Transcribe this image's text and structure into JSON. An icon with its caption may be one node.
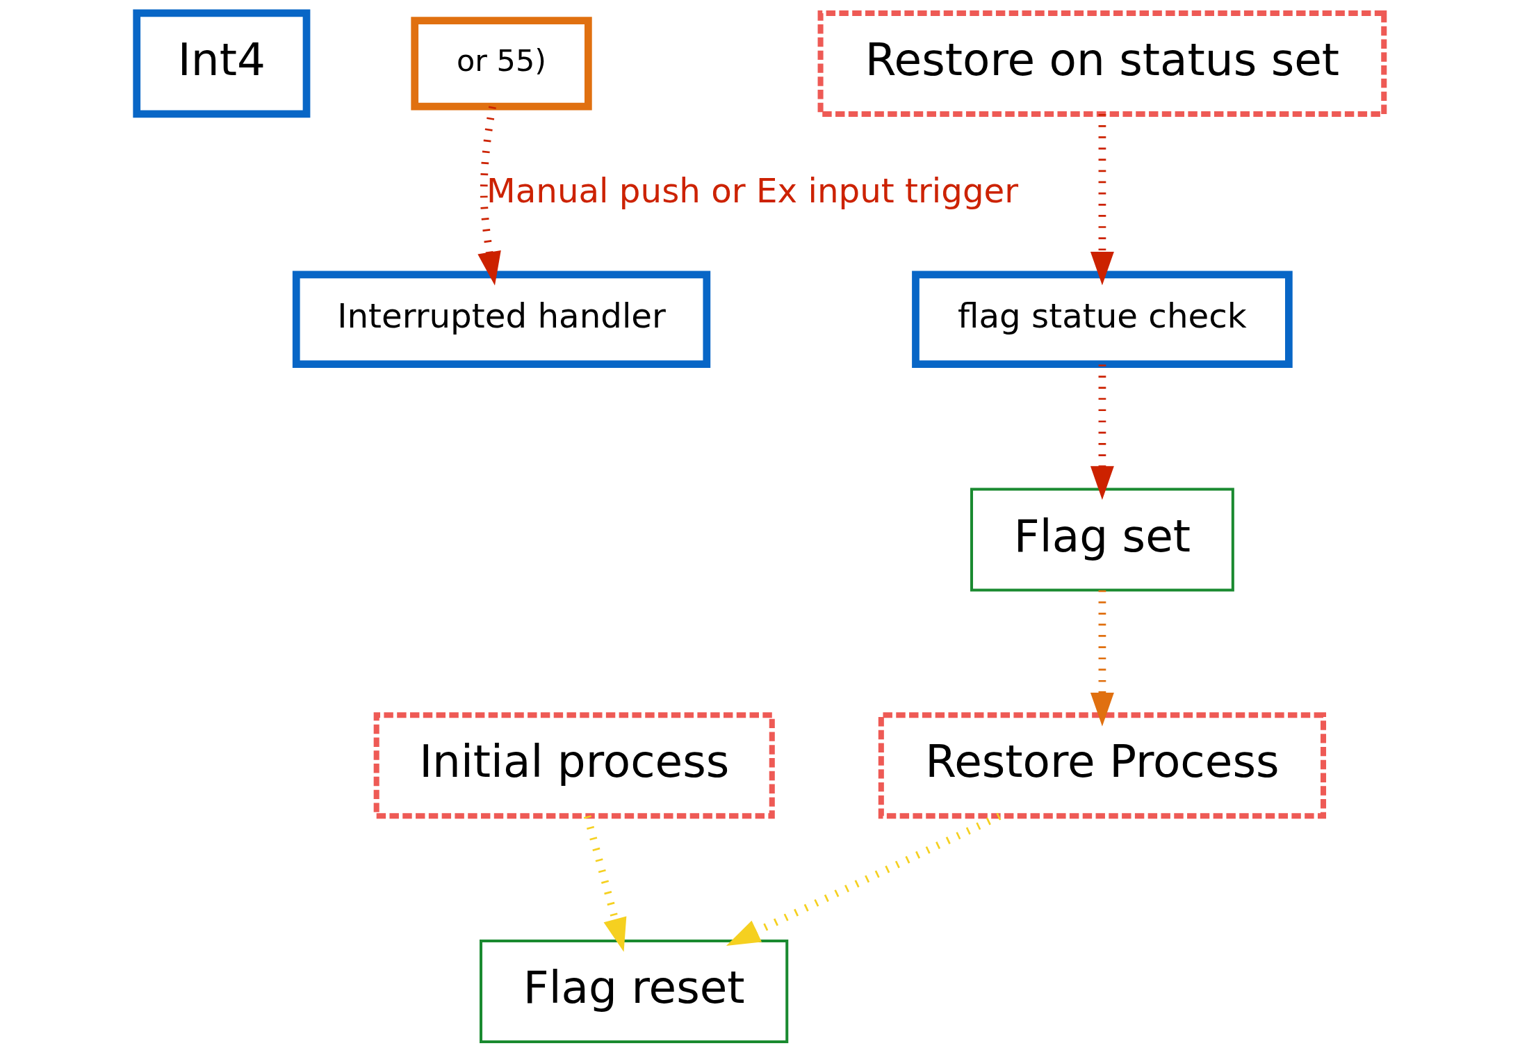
{
  "diagram": {
    "nodes": [
      {
        "text": [
          "Int4"
        ]
      },
      {
        "text": [
          "Interrupted handler"
        ]
      },
      {
        "text": [
          "flag statue check"
        ]
      },
      {
        "text": [
          "Flag set"
        ]
      },
      {
        "text": [
          "Restore on status set"
        ]
      },
      {
        "text": [
          "Restore Process"
        ]
      },
      {
        "text": [
          "Flag reset"
        ]
      },
      {
        "text": [
          "Initial process"
        ]
      },
      {
        "text": [
          "or 55)"
        ]
      }
    ],
    "edges": [
      {
        "from": 8,
        "to": 1,
        "arrow": "to",
        "label": "Manual push or Ex input trigger",
        "style": "dashed"
      },
      {
        "from": 4,
        "to": 2,
        "arrow": "to",
        "style": "dashed"
      },
      {
        "from": 2,
        "to": 3,
        "arrow": "to",
        "style": "dashed"
      },
      {
        "from": 3,
        "to": 5,
        "arrow": "to",
        "style": "dashed",
        "color": "#e07010"
      },
      {
        "from": 5,
        "to": 6,
        "arrow": "to",
        "style": "dashed",
        "color": "#f5d020"
      },
      {
        "from": 7,
        "to": 6,
        "arrow": "to",
        "style": "dashed",
        "color": "#f5d020"
      }
    ]
  }
}
